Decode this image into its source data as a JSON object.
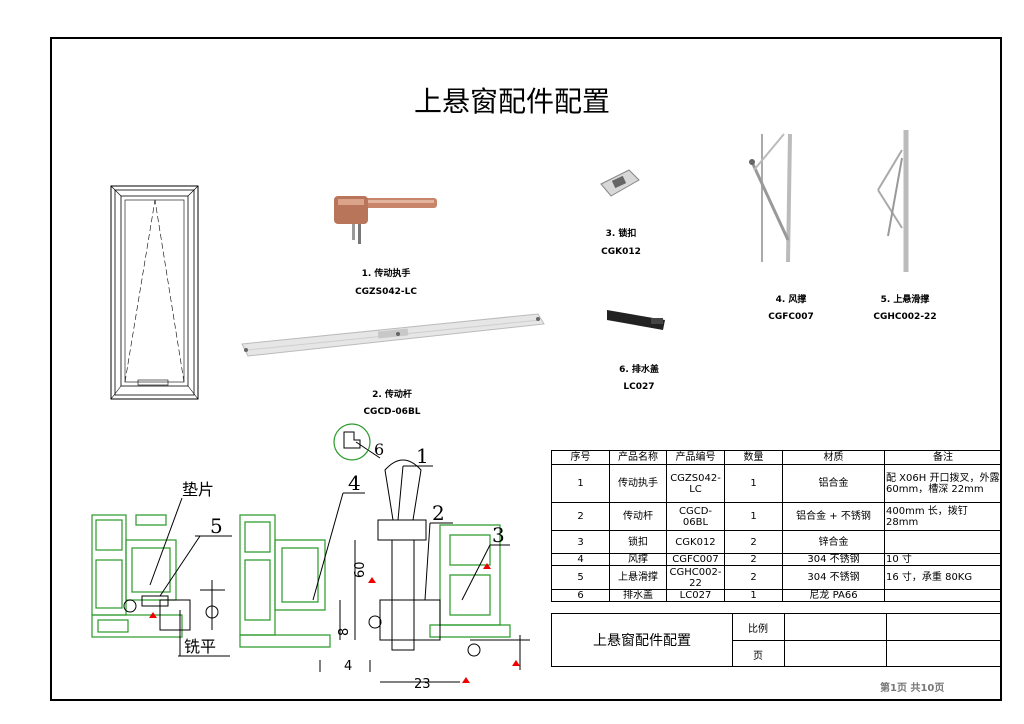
{
  "title": "上悬窗配件配置",
  "items": [
    {
      "caption": "1. 传动执手",
      "code": "CGZS042-LC"
    },
    {
      "caption": "2. 传动杆",
      "code": "CGCD-06BL"
    },
    {
      "caption": "3. 锁扣",
      "code": "CGK012"
    },
    {
      "caption": "4. 风撑",
      "code": "CGFC007"
    },
    {
      "caption": "5. 上悬滑撑",
      "code": "CGHC002-22"
    },
    {
      "caption": "6. 排水盖",
      "code": "LC027"
    }
  ],
  "drawing_labels": {
    "pad": "垫片",
    "mill": "铣平",
    "n1": "1",
    "n2": "2",
    "n3": "3",
    "n4": "4",
    "n5": "5",
    "n6": "6",
    "d60": "60",
    "d8": "8",
    "d4": "4",
    "d23": "23"
  },
  "table": {
    "headers": [
      "序号",
      "产品名称",
      "产品编号",
      "数量",
      "材质",
      "备注"
    ],
    "rows": [
      [
        "1",
        "传动执手",
        "CGZS042-LC",
        "1",
        "铝合金",
        "配 X06H 开口拨叉，外露 60mm，槽深 22mm"
      ],
      [
        "2",
        "传动杆",
        "CGCD-06BL",
        "1",
        "铝合金 + 不锈钢",
        "400mm 长，拨钉 28mm"
      ],
      [
        "3",
        "锁扣",
        "CGK012",
        "2",
        "锌合金",
        ""
      ],
      [
        "4",
        "风撑",
        "CGFC007",
        "2",
        "304 不锈钢",
        "10 寸"
      ],
      [
        "5",
        "上悬滑撑",
        "CGHC002-22",
        "2",
        "304 不锈钢",
        "16 寸，承重 80KG"
      ],
      [
        "6",
        "排水盖",
        "LC027",
        "1",
        "尼龙 PA66",
        ""
      ]
    ]
  },
  "title_block": {
    "name": "上悬窗配件配置",
    "scale_label": "比例",
    "page_label": "页"
  },
  "page_info": "第1页 共10页"
}
